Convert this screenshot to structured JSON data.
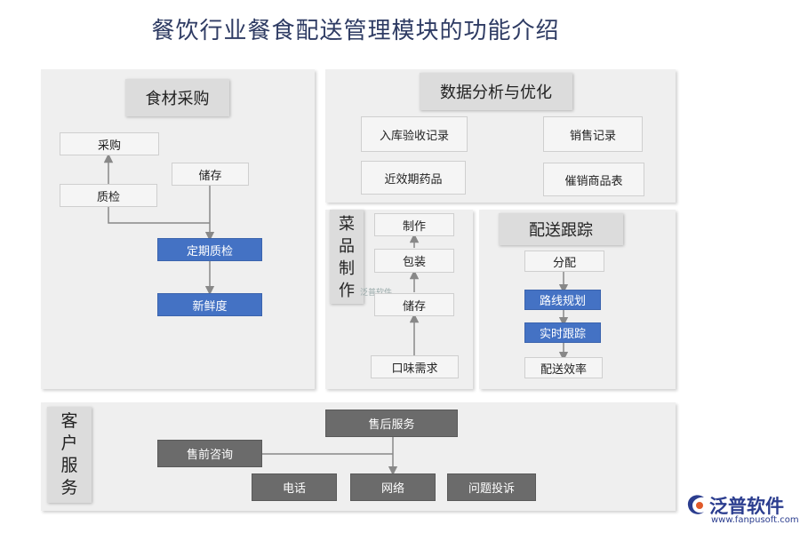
{
  "title": "餐饮行业餐食配送管理模块的功能介绍",
  "procurement": {
    "header": "食材采购",
    "purchase": "采购",
    "inspection": "质检",
    "storage": "储存",
    "periodic_inspection": "定期质检",
    "freshness": "新鲜度"
  },
  "analysis": {
    "header": "数据分析与优化",
    "inbound_record": "入库验收记录",
    "sales_record": "销售记录",
    "near_expiry": "近效期药品",
    "slow_moving": "催销商品表"
  },
  "dish": {
    "header_chars": [
      "菜",
      "品",
      "制",
      "作"
    ],
    "make": "制作",
    "pack": "包装",
    "store": "储存",
    "taste": "口味需求"
  },
  "delivery": {
    "header": "配送跟踪",
    "dispatch": "分配",
    "route": "路线规划",
    "realtime": "实时跟踪",
    "efficiency": "配送效率"
  },
  "customer": {
    "header_chars": [
      "客",
      "户",
      "服",
      "务"
    ],
    "after_sales": "售后服务",
    "pre_sales": "售前咨询",
    "phone": "电话",
    "network": "网络",
    "complaint": "问题投诉"
  },
  "logo": {
    "name": "泛普软件",
    "url": "www.fanpusoft.com",
    "watermark": "泛普软件"
  },
  "colors": {
    "accent_blue": "#4472c4",
    "dark_box": "#6b6b6b",
    "title": "#2e3b63",
    "panel": "#efefef"
  }
}
